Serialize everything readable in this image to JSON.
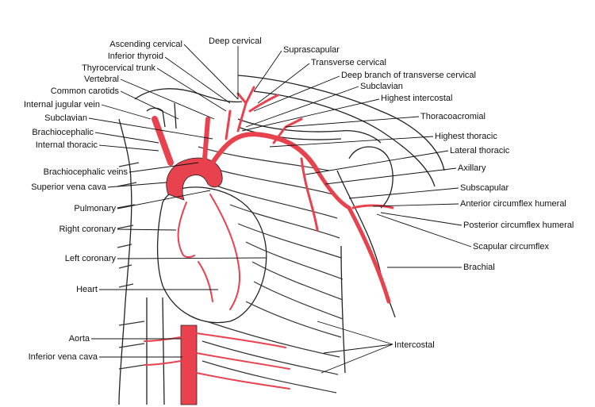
{
  "colors": {
    "artery": "#e8424f",
    "line": "#111111",
    "background": "#ffffff"
  },
  "labels": {
    "ascending_cervical": "Ascending cervical",
    "inferior_thyroid": "Inferior thyroid",
    "thyrocervical_trunk": "Thyrocervical trunk",
    "vertebral": "Vertebral",
    "common_carotids": "Common carotids",
    "internal_jugular_vein": "Internal jugular vein",
    "subclavian_left": "Subclavian",
    "brachiocephalic": "Brachiocephalic",
    "internal_thoracic": "Internal thoracic",
    "brachiocephalic_veins": "Brachiocephalic veins",
    "superior_vena_cava": "Superior vena cava",
    "pulmonary": "Pulmonary",
    "right_coronary": "Right coronary",
    "left_coronary": "Left coronary",
    "heart": "Heart",
    "aorta": "Aorta",
    "inferior_vena_cava": "Inferior vena cava",
    "deep_cervical": "Deep cervical",
    "suprascapular": "Suprascapular",
    "transverse_cervical": "Transverse cervical",
    "deep_branch_transverse_cervical": "Deep branch of transverse cervical",
    "subclavian_right": "Subclavian",
    "highest_intercostal": "Highest intercostal",
    "thoracoacromial": "Thoracoacromial",
    "highest_thoracic": "Highest thoracic",
    "lateral_thoracic": "Lateral thoracic",
    "axillary": "Axillary",
    "subscapular": "Subscapular",
    "anterior_circumflex_humeral": "Anterior circumflex humeral",
    "posterior_circumflex_humeral": "Posterior circumflex humeral",
    "scapular_circumflex": "Scapular circumflex",
    "brachial": "Brachial",
    "intercostal": "Intercostal"
  }
}
